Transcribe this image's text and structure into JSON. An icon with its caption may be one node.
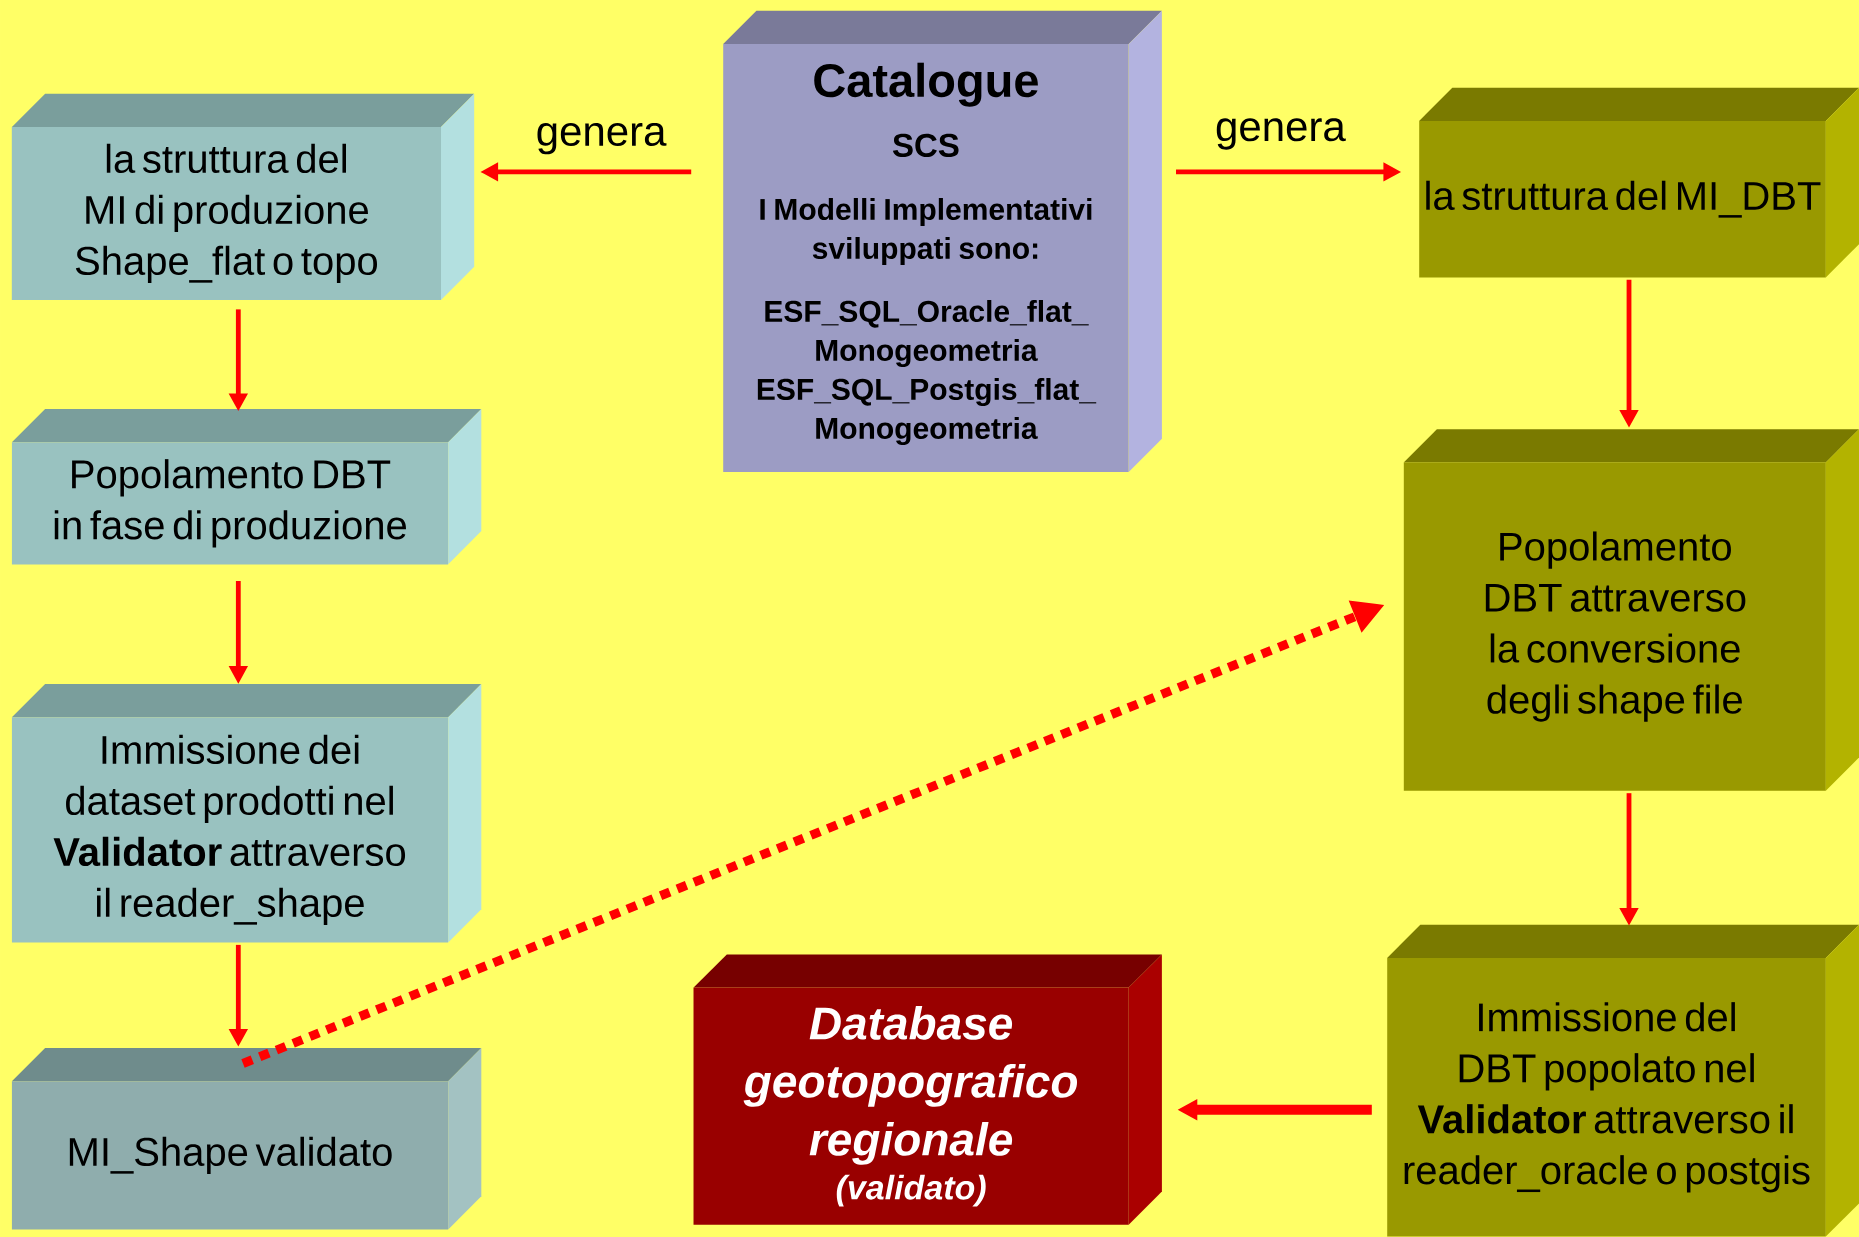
{
  "diagram": {
    "nodes": [
      {
        "text": [
          "Catalogue",
          "SCS",
          "I Modelli Implementativi sviluppati sono:",
          "ESF_SQL_Oracle_flat_ Monogeometria",
          "ESF_SQL_Postgis_flat_ Monogeometria"
        ]
      },
      {
        "text": [
          "la struttura del MI di produzione Shape_flat o topo"
        ]
      },
      {
        "text": [
          "Popolamento DBT in fase di produzione"
        ]
      },
      {
        "text": [
          "Immissione dei dataset prodotti nel **Validator** attraverso il reader_shape"
        ]
      },
      {
        "text": [
          "MI_Shape validato"
        ]
      },
      {
        "text": [
          "la struttura del MI_DBT"
        ]
      },
      {
        "text": [
          "Popolamento DBT attraverso la conversione degli shape file"
        ]
      },
      {
        "text": [
          "Immissione del DBT popolato nel **Validator** attraverso il reader_oracle o postgis"
        ]
      },
      {
        "text": [
          "Database geotopografico regionale",
          "(validato)"
        ]
      }
    ],
    "edges": [
      {
        "from": 0,
        "to": 1,
        "arrow": "to",
        "label": "genera"
      },
      {
        "from": 0,
        "to": 5,
        "arrow": "to",
        "label": "genera"
      },
      {
        "from": 1,
        "to": 2,
        "arrow": "to"
      },
      {
        "from": 2,
        "to": 3,
        "arrow": "to"
      },
      {
        "from": 3,
        "to": 4,
        "arrow": "to"
      },
      {
        "from": 4,
        "to": 6,
        "arrow": "to",
        "style": "dashed"
      },
      {
        "from": 5,
        "to": 6,
        "arrow": "to"
      },
      {
        "from": 6,
        "to": 7,
        "arrow": "to"
      },
      {
        "from": 7,
        "to": 8,
        "arrow": "to",
        "style": "thick"
      }
    ]
  }
}
